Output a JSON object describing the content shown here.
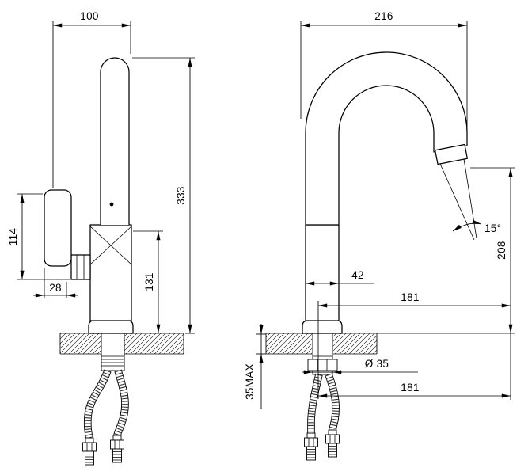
{
  "drawing": {
    "background": "#ffffff",
    "line_color": "#000000",
    "side_view": {
      "dims": {
        "top_width": "100",
        "overall_height": "333",
        "handle_height": "114",
        "outlet_height": "131",
        "handle_offset": "28"
      }
    },
    "front_view": {
      "dims": {
        "overall_width": "216",
        "outlet_clearance": "208",
        "stream_angle": "15°",
        "body_width": "42",
        "hose_reach_upper": "181",
        "hole_diameter": "Ø 35",
        "hose_reach_lower": "181",
        "deck_thickness_max": "35MAX"
      }
    }
  }
}
